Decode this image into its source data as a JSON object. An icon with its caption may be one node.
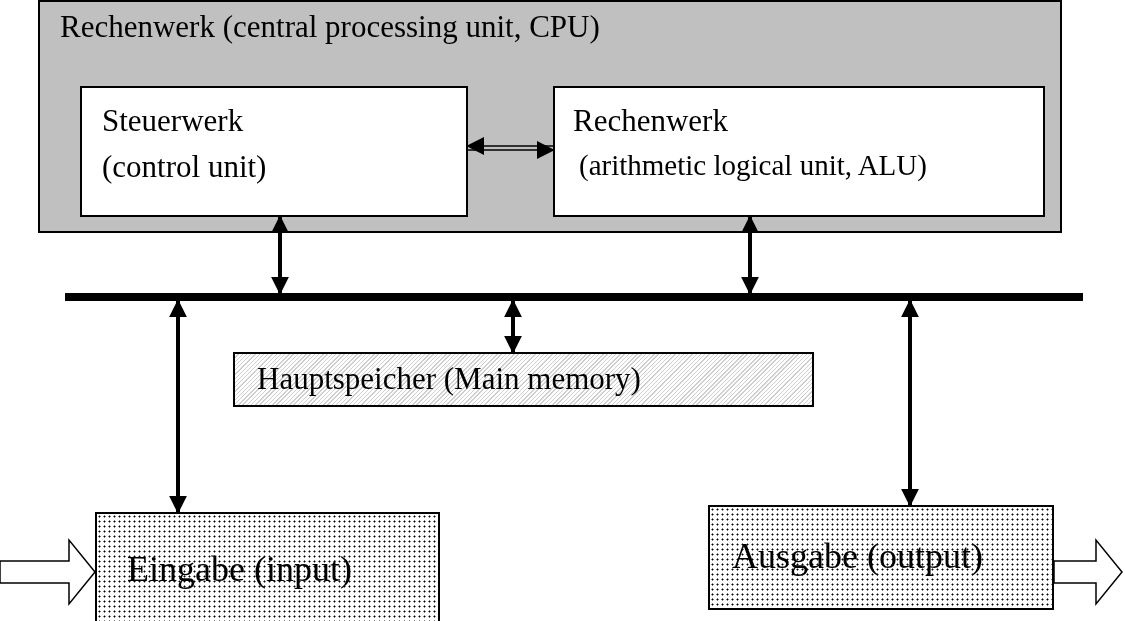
{
  "diagram": {
    "nodes": [
      {
        "text": [
          "Rechenwerk (central processing unit, CPU)"
        ]
      },
      {
        "text": [
          "Steuerwerk",
          "(control unit)"
        ],
        "in": 0
      },
      {
        "text": [
          "Rechenwerk",
          "(arithmetic logical unit, ALU)"
        ],
        "in": 0
      },
      {
        "text": [],
        "shape": "bar"
      },
      {
        "text": [
          "Hauptspeicher (Main memory)"
        ]
      },
      {
        "text": [
          "Eingabe (input)"
        ]
      },
      {
        "text": [
          "Ausgabe (output)"
        ]
      }
    ],
    "edges": [
      {
        "from": 1,
        "to": 2,
        "arrow": "both"
      },
      {
        "from": 1,
        "to": 3,
        "arrow": "both"
      },
      {
        "from": 2,
        "to": 3,
        "arrow": "both"
      },
      {
        "from": 3,
        "to": 5,
        "arrow": "both"
      },
      {
        "from": 3,
        "to": 4,
        "arrow": "both"
      },
      {
        "from": 3,
        "to": 6,
        "arrow": "both"
      },
      {
        "from": null,
        "to": 5,
        "arrow": "to",
        "style": "thick"
      },
      {
        "from": 6,
        "to": null,
        "arrow": "to",
        "style": "thick"
      }
    ]
  }
}
